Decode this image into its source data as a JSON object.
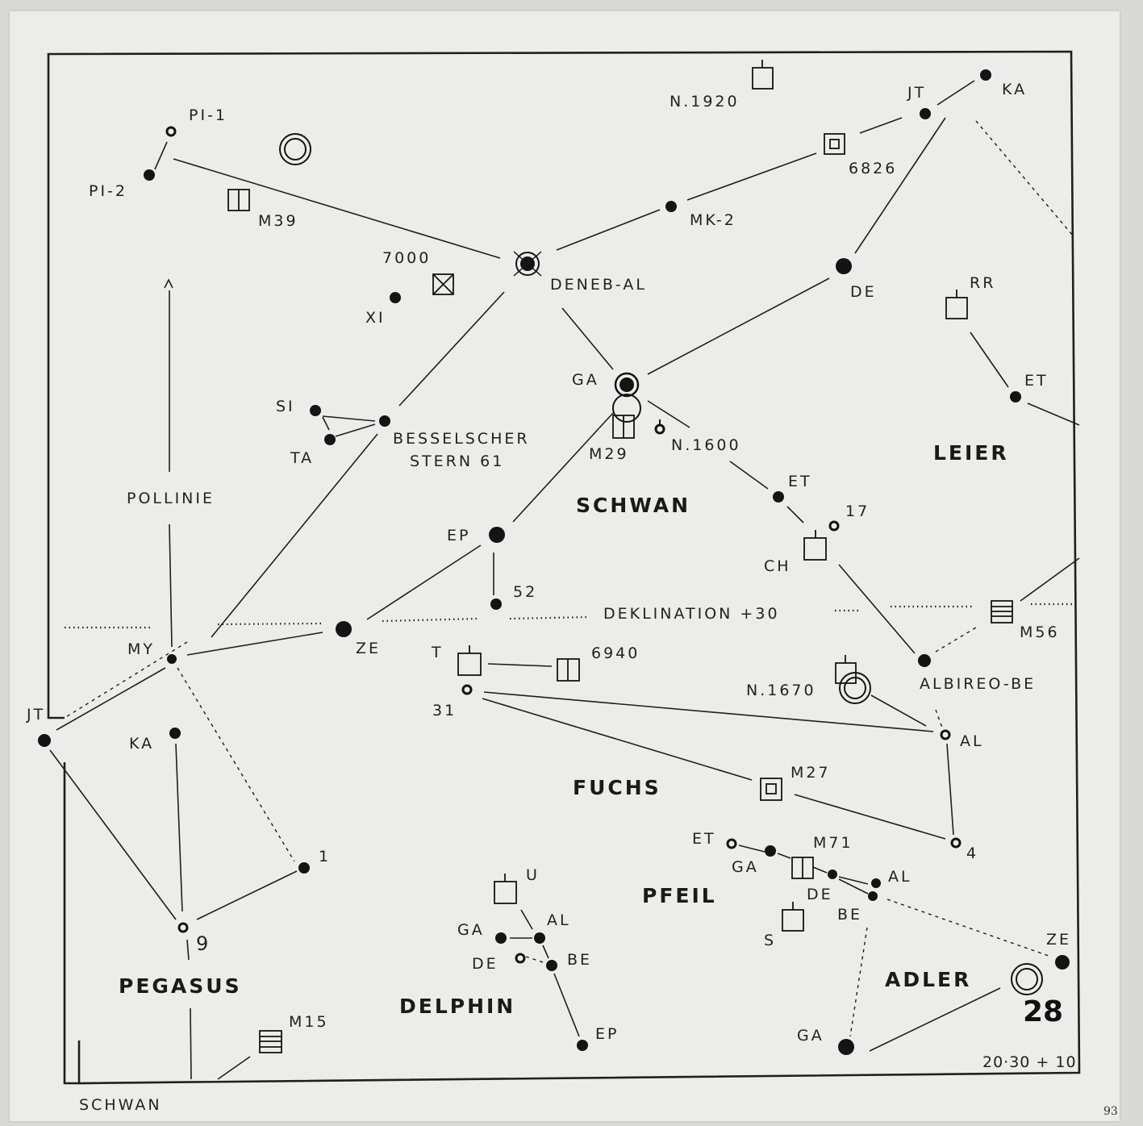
{
  "labels": {
    "pi1": "PI-1",
    "pi2": "PI-2",
    "m39": "M39",
    "n1920": "N.1920",
    "jt_top": "JT",
    "ka_top": "KA",
    "ngc6826": "6826",
    "mk2": "MK-2",
    "ngc7000": "7000",
    "deneb": "DENEB-AL",
    "xi": "XI",
    "de_top": "DE",
    "rr": "RR",
    "ga_top": "GA",
    "et_leier": "ET",
    "si": "SI",
    "ta": "TA",
    "bessel1": "BESSELSCHER",
    "bessel2": "STERN 61",
    "m29": "M29",
    "n1600": "N.1600",
    "pollinie": "POLLINIE",
    "et_mid": "ET",
    "n17": "17",
    "ep_mid": "EP",
    "ch": "CH",
    "n52": "52",
    "deklination": "DEKLINATION +30",
    "my": "MY",
    "ze_mid": "ZE",
    "t": "T",
    "ngc6940": "6940",
    "m56": "M56",
    "n31": "31",
    "n1670": "N.1670",
    "albireo": "ALBIREO-BE",
    "jt_left": "JT",
    "ka_left": "KA",
    "al_mid": "AL",
    "m27": "M27",
    "et_pfeil": "ET",
    "m71": "M71",
    "n4": "4",
    "n1": "1",
    "ga_pfeil": "GA",
    "u": "U",
    "al_pfeil": "AL",
    "de_pfeil": "DE",
    "be_pfeil": "BE",
    "al_delph": "AL",
    "ga_delph": "GA",
    "s": "S",
    "n9": "9",
    "de_delph": "DE",
    "be_delph": "BE",
    "ze_adler": "ZE",
    "ep_delph": "EP",
    "m15": "M15",
    "ga_adler": "GA"
  },
  "constellations": {
    "schwan": "SCHWAN",
    "leier": "LEIER",
    "fuchs": "FUCHS",
    "pfeil": "PFEIL",
    "pegasus": "PEGASUS",
    "delphin": "DELPHIN",
    "adler": "ADLER"
  },
  "chart_number": "28",
  "time_note": "20·30 + 10",
  "footer_title": "SCHWAN",
  "page_number": "93"
}
